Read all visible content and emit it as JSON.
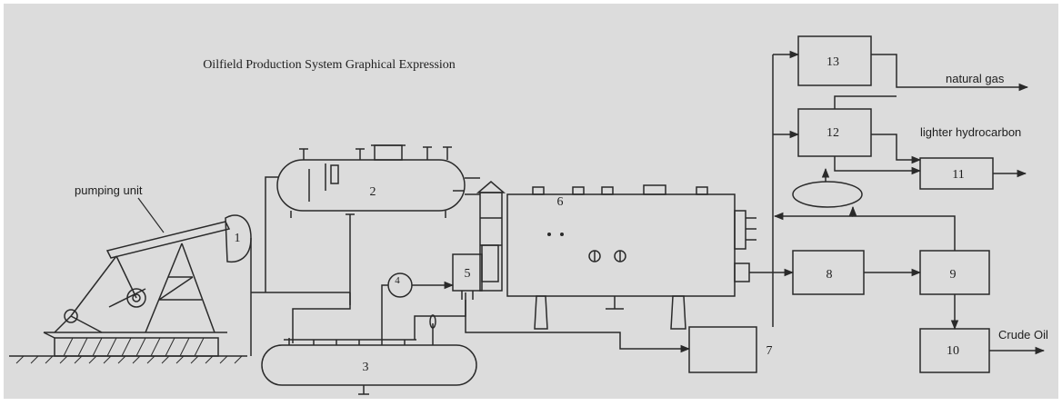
{
  "diagram": {
    "title": "Oilfield Production System Graphical Expression",
    "labels": {
      "pumping_unit": "pumping unit",
      "natural_gas": "natural gas",
      "lighter_hydrocarbon": "lighter hydrocarbon",
      "crude_oil": "Crude Oil"
    },
    "components": {
      "c1": "1",
      "c2": "2",
      "c3": "3",
      "c4": "4",
      "c5": "5",
      "c6": "6",
      "c7": "7",
      "c8": "8",
      "c9": "9",
      "c10": "10",
      "c11": "11",
      "c12": "12",
      "c13": "13"
    },
    "colors": {
      "background": "#dcdcdc",
      "line": "#2a2a2a"
    }
  }
}
